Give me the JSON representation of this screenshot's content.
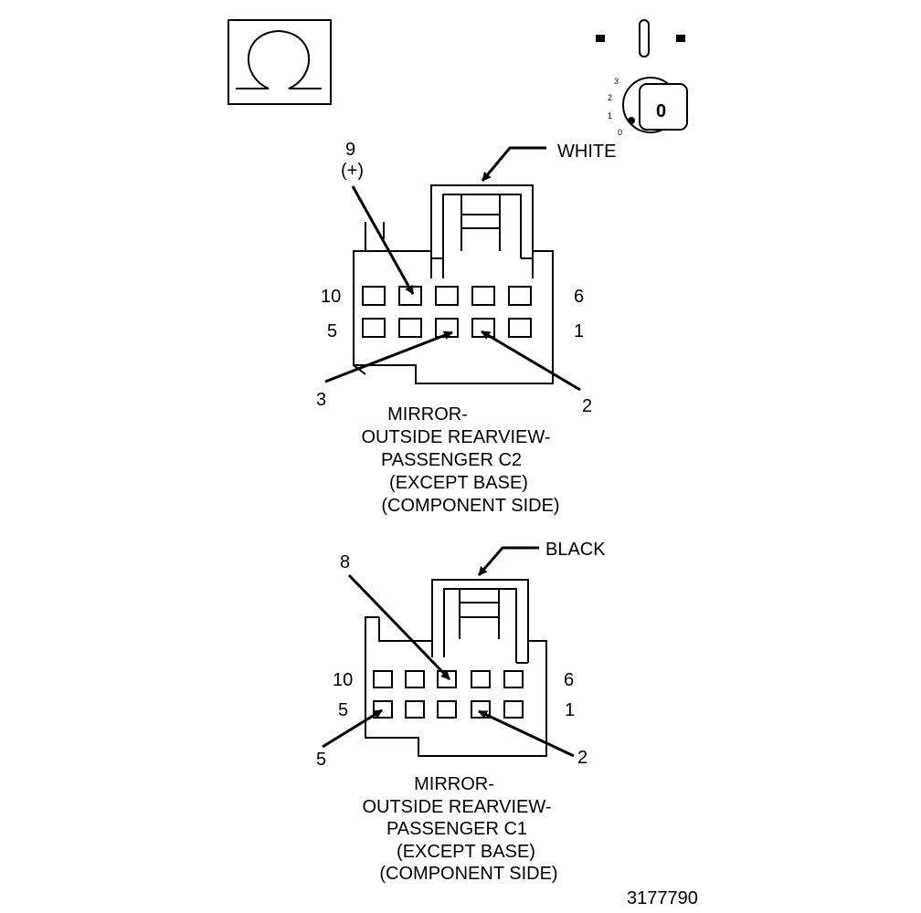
{
  "figure_id": "3177790",
  "header": {
    "symbol": "omega",
    "ignition_key_value": "0",
    "ignition_positions": [
      "3",
      "2",
      "1",
      "0"
    ]
  },
  "connector_c2": {
    "color_label": "WHITE",
    "pin_row_top_left": "10",
    "pin_row_top_right": "6",
    "pin_row_bottom_left": "5",
    "pin_row_bottom_right": "1",
    "callout_pin9": "9",
    "callout_pin9_polarity": "(+)",
    "callout_pin3": "3",
    "callout_pin2": "2",
    "title_lines": [
      "MIRROR-",
      "OUTSIDE REARVIEW-",
      "PASSENGER C2",
      "(EXCEPT BASE)",
      "(COMPONENT SIDE)"
    ]
  },
  "connector_c1": {
    "color_label": "BLACK",
    "pin_row_top_left": "10",
    "pin_row_top_right": "6",
    "pin_row_bottom_left": "5",
    "pin_row_bottom_right": "1",
    "callout_pin8": "8",
    "callout_pin5": "5",
    "callout_pin2": "2",
    "title_lines": [
      "MIRROR-",
      "OUTSIDE REARVIEW-",
      "PASSENGER C1",
      "(EXCEPT BASE)",
      "(COMPONENT SIDE)"
    ]
  }
}
